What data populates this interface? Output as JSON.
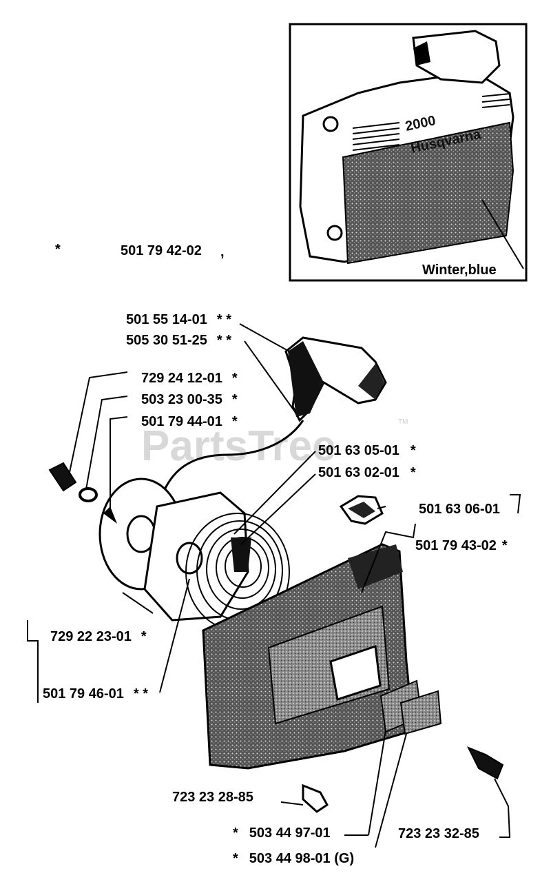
{
  "watermark": {
    "text": "PartsTree",
    "tm": "TM"
  },
  "inset": {
    "model_mark": "2000",
    "brand": "Husqvarna",
    "caption": "Winter,blue"
  },
  "top_note": {
    "star": "*",
    "part": "501 79 42-02",
    "comma": ","
  },
  "parts": [
    {
      "number": "501 55 14-01",
      "suffix": "* *"
    },
    {
      "number": "505 30 51-25",
      "suffix": "* *"
    },
    {
      "number": "729 24 12-01",
      "suffix": "*"
    },
    {
      "number": "503 23 00-35",
      "suffix": "*"
    },
    {
      "number": "501 79 44-01",
      "suffix": "*"
    },
    {
      "number": "501 63 05-01",
      "suffix": "*"
    },
    {
      "number": "501 63 02-01",
      "suffix": "*"
    },
    {
      "number": "501 63 06-01",
      "suffix": ""
    },
    {
      "number": "501 79 43-02",
      "suffix": "*"
    },
    {
      "number": "729 22 23-01",
      "suffix": "*"
    },
    {
      "number": "501 79 46-01",
      "suffix": "* *"
    },
    {
      "number": "723 23 28-85",
      "suffix": ""
    },
    {
      "number": "503 44 97-01",
      "prefix": "*"
    },
    {
      "number": "723 23 32-85",
      "suffix": ""
    },
    {
      "number": "503 44 98-01 (G)",
      "prefix": "*"
    }
  ]
}
